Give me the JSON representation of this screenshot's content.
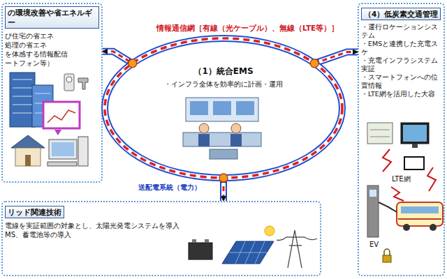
{
  "diagram": {
    "nodes": [
      {
        "text": [
          "の環境改善や省エネルギー",
          "び住宅の省エネ",
          "処理の省エネ",
          "を体感する情報配信",
          "ートフォン等）"
        ]
      },
      {
        "text": [
          "（1）統合EMS",
          "・インフラ全体を効率的に計画・運用"
        ]
      },
      {
        "text": [
          "（4）低炭素交通管理",
          "・運行ロケーションシステム",
          "・EMSと連携した充電スケ",
          "・充電インフラシステム実証",
          "・スマートフォンへの位置情報",
          "・LTE網を活用した大容"
        ]
      },
      {
        "text": [
          "リッド関連技術",
          "電線を実証範囲の対象とし、太陽光発電システムを導入",
          "MS、蓄電池等の導入"
        ]
      }
    ],
    "edges": [
      {
        "from": 0,
        "to": 1,
        "arrow": "both"
      },
      {
        "from": 1,
        "to": 2,
        "arrow": "both"
      },
      {
        "from": 1,
        "to": 3,
        "arrow": "both"
      }
    ],
    "labels": [
      "情報通信網［有線（光ケーブル）、無線（LTE等）］",
      "送配電系統（電力）",
      "LTE網",
      "EV"
    ]
  }
}
